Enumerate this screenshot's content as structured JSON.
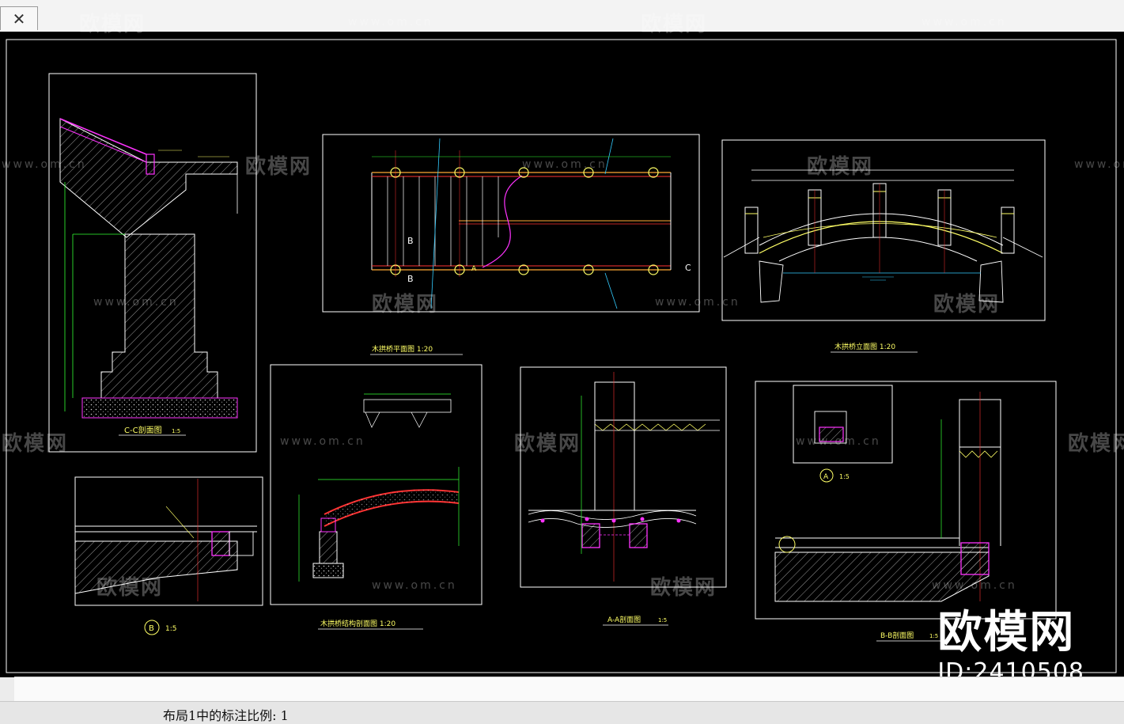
{
  "toolbar": {
    "close_glyph": "✕",
    "close_icon": "close-icon"
  },
  "watermark": {
    "logo": "欧模网",
    "url": "www.om.cn",
    "id": "ID:2410508"
  },
  "drawings": {
    "cc": {
      "title": "C-C剖面图",
      "scale": "1:5"
    },
    "plan": {
      "title": "木拱桥平面图 1:20",
      "marker_b": "B",
      "marker_a": "A",
      "marker_c": "C"
    },
    "elev": {
      "title": "木拱桥立面图 1:20"
    },
    "struct": {
      "title": "木拱桥结构剖面图 1:20"
    },
    "aa": {
      "title": "A-A剖面图",
      "scale": "1:5"
    },
    "bb": {
      "title": "B-B剖面图",
      "scale": "1:5"
    },
    "detail_b": {
      "mark": "B",
      "scale": "1:5"
    },
    "detail_a": {
      "mark": "A",
      "scale": "1:5"
    }
  },
  "status": {
    "text": "布局1中的标注比例: 1"
  }
}
